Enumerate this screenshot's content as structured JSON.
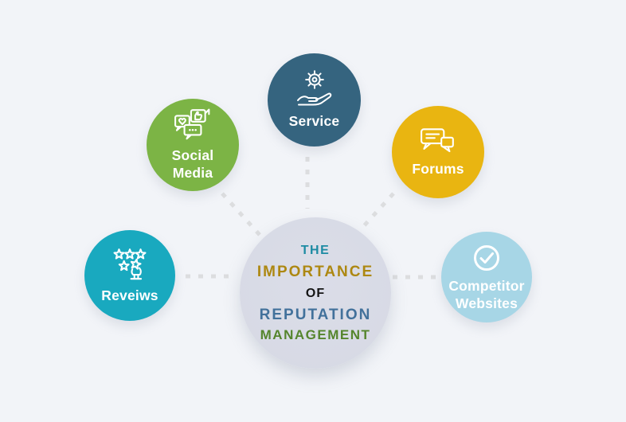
{
  "background": "#f2f4f8",
  "connector_color": "#dcdddf",
  "center": {
    "title": "THE IMPORTANCE OF REPUTATION MANAGEMENT",
    "bg_color": "#d8dbe6",
    "lines": [
      {
        "text": "THE",
        "color": "#1d8ba3"
      },
      {
        "text": "IMPORTANCE",
        "color": "#ad8812"
      },
      {
        "text": "OF",
        "color": "#141414"
      },
      {
        "text": "REPUTATION",
        "color": "#42719b"
      },
      {
        "text": "MANAGEMENT",
        "color": "#55852d"
      }
    ]
  },
  "nodes": [
    {
      "id": "service",
      "label": "Service",
      "lines": [
        "Service"
      ],
      "color": "#35647f",
      "icon": "gear-hand-icon"
    },
    {
      "id": "social",
      "label": "Social Media",
      "lines": [
        "Social",
        "Media"
      ],
      "color": "#7cb445",
      "icon": "social-bubbles-icon"
    },
    {
      "id": "forums",
      "label": "Forums",
      "lines": [
        "Forums"
      ],
      "color": "#e9b511",
      "icon": "chat-bubbles-icon"
    },
    {
      "id": "reviews",
      "label": "Reveiws",
      "lines": [
        "Reveiws"
      ],
      "color": "#19a9bf",
      "icon": "rating-stars-hand-icon"
    },
    {
      "id": "competitor",
      "label": "Competitor Websites",
      "lines": [
        "Competitor",
        "Websites"
      ],
      "color": "#a7d6e6",
      "icon": "check-circle-icon"
    }
  ]
}
